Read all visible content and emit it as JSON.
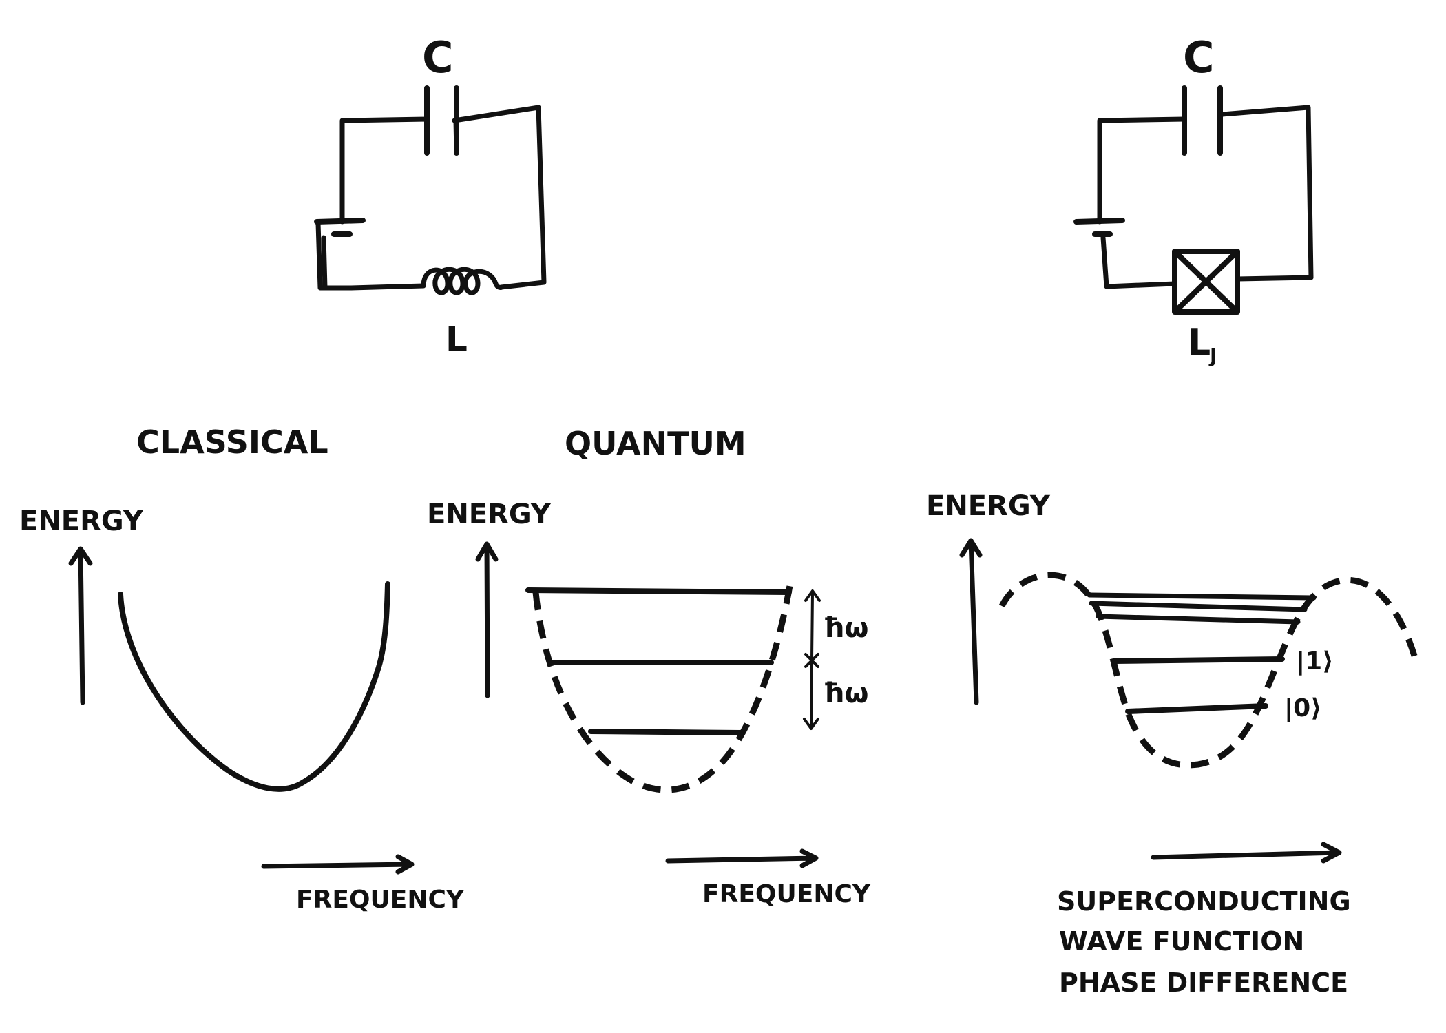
{
  "circuits": {
    "left": {
      "capacitor_label": "C",
      "inductor_label": "L"
    },
    "right": {
      "capacitor_label": "C",
      "junction_label": "L",
      "junction_subscript": "J"
    }
  },
  "panels": {
    "classical": {
      "title": "CLASSICAL",
      "y_label": "ENERGY",
      "x_label": "FREQUENCY"
    },
    "quantum": {
      "title": "QUANTUM",
      "y_label": "ENERGY",
      "x_label": "FREQUENCY",
      "spacing_labels": [
        "ħω",
        "ħω"
      ]
    },
    "superconducting": {
      "y_label": "ENERGY",
      "x_label_lines": [
        "SUPERCONDUCTING",
        "WAVE FUNCTION",
        "PHASE DIFFERENCE"
      ],
      "state_labels": [
        "|1⟩",
        "|0⟩"
      ]
    }
  },
  "colors": {
    "ink": "#111111",
    "paper": "#ffffff"
  }
}
